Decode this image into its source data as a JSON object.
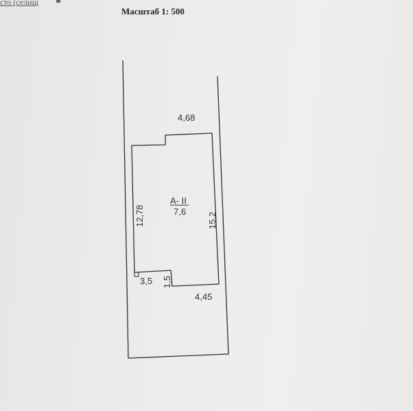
{
  "header": {
    "fragment": "сто (селищ",
    "scale_title": "Масштаб 1: 500"
  },
  "plan": {
    "building_code": "А- ІІ",
    "building_height": "7,6",
    "dimensions": {
      "top_width": "4,68",
      "left_length": "12,78",
      "right_length": "15,2",
      "step_width": "3,5",
      "step_height": "1,5",
      "bottom_width": "4,45"
    }
  }
}
